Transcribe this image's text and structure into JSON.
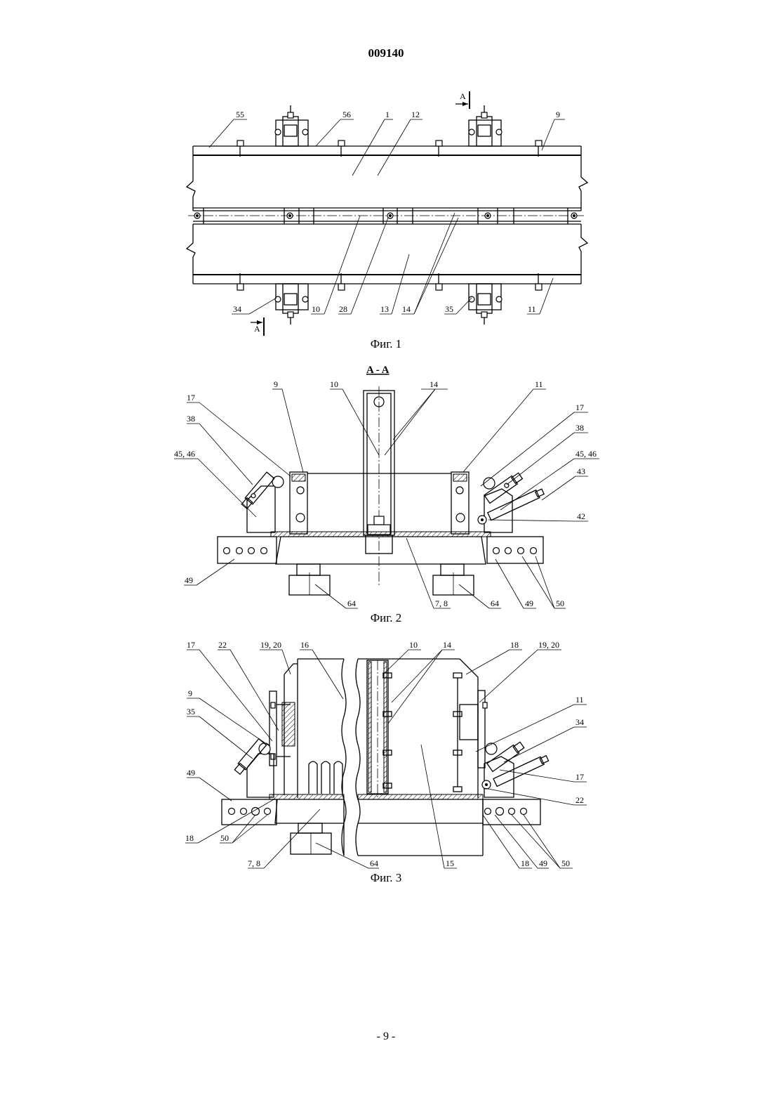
{
  "doc_number": "009140",
  "page_number": "- 9 -",
  "fig1": {
    "caption": "Фиг. 1",
    "section_label": "A",
    "labels": [
      "55",
      "56",
      "1",
      "12",
      "9",
      "34",
      "10",
      "28",
      "13",
      "14",
      "35",
      "11"
    ]
  },
  "fig2": {
    "caption": "Фиг. 2",
    "section_title": "A - A",
    "labels": [
      "17",
      "9",
      "10",
      "14",
      "11",
      "17",
      "38",
      "38",
      "45, 46",
      "45, 46",
      "43",
      "42",
      "49",
      "64",
      "7, 8",
      "64",
      "49",
      "50"
    ]
  },
  "fig3": {
    "caption": "Фиг. 3",
    "labels": [
      "17",
      "22",
      "19, 20",
      "16",
      "10",
      "14",
      "18",
      "19, 20",
      "9",
      "11",
      "35",
      "34",
      "49",
      "17",
      "22",
      "18",
      "50",
      "7, 8",
      "64",
      "15",
      "18",
      "49",
      "50"
    ]
  }
}
